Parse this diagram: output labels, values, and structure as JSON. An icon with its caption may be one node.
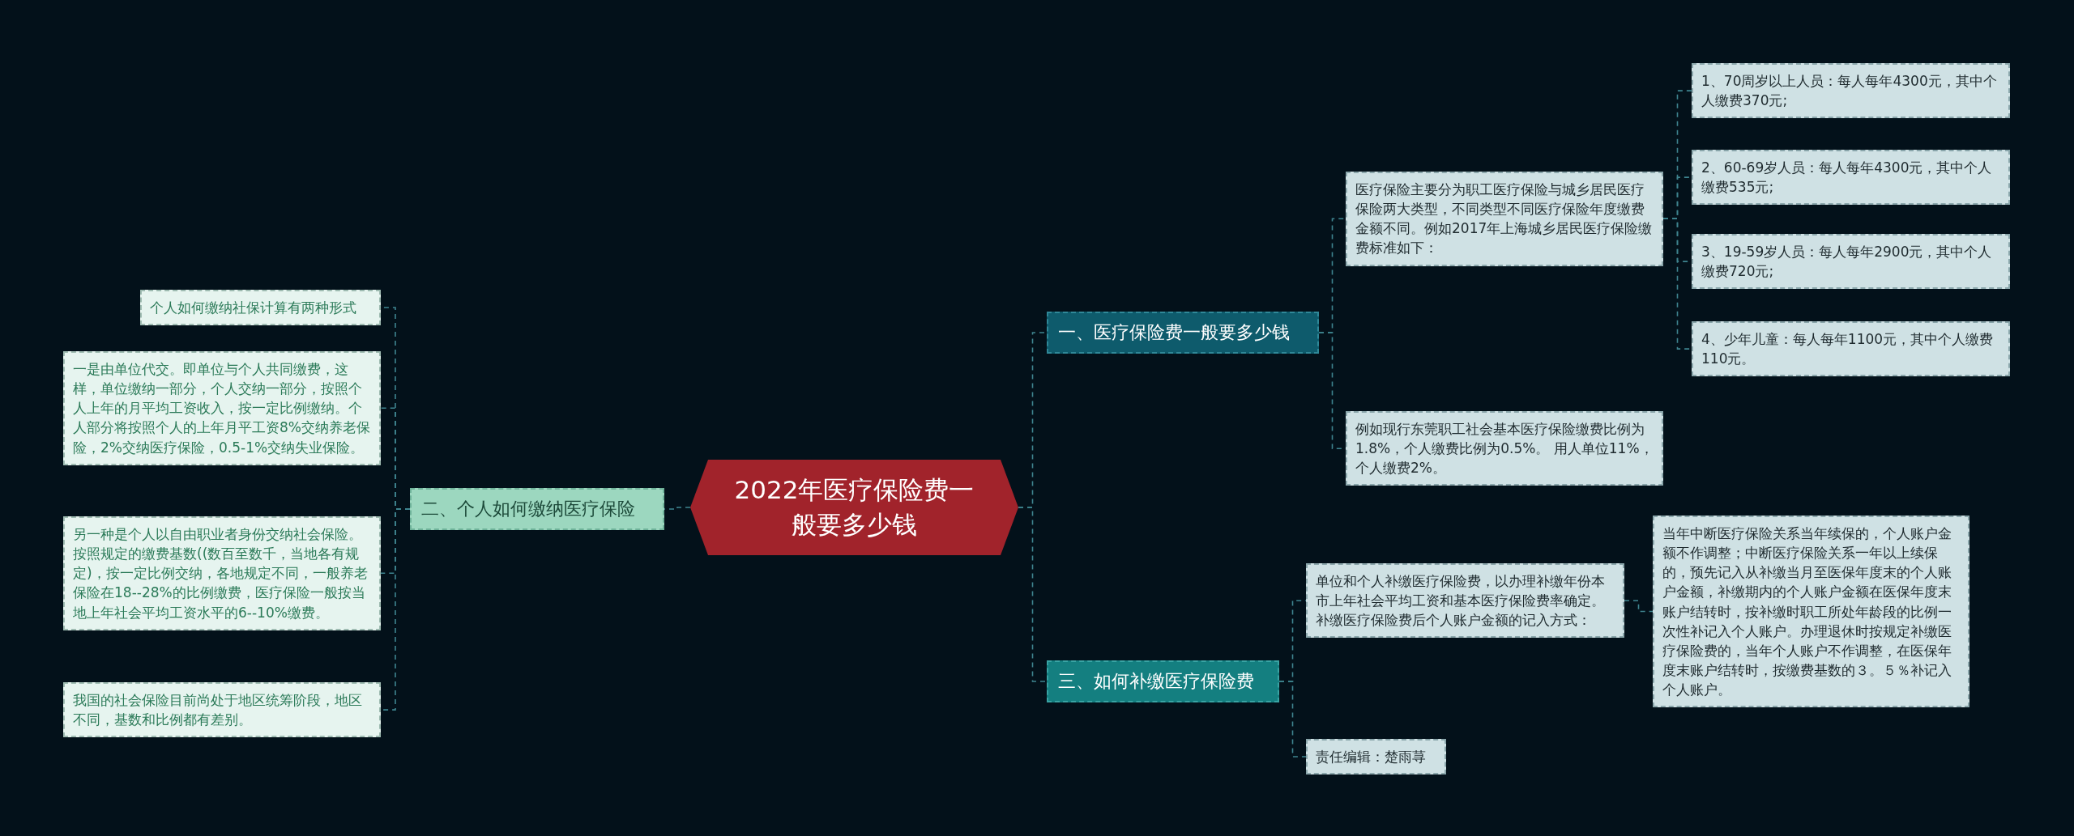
{
  "diagram": {
    "nodes": [
      {
        "text": [
          "2022年医疗保险费一般要多少钱"
        ]
      },
      {
        "text": [
          "一、医疗保险费一般要多少钱"
        ]
      },
      {
        "text": [
          "医疗保险主要分为职工医疗保险与城乡居民医疗保险两大类型，不同类型不同医疗保险年度缴费金额不同。例如2017年上海城乡居民医疗保险缴费标准如下："
        ]
      },
      {
        "text": [
          "1、70周岁以上人员：每人每年4300元，其中个人缴费370元;"
        ]
      },
      {
        "text": [
          "2、60-69岁人员：每人每年4300元，其中个人缴费535元;"
        ]
      },
      {
        "text": [
          "3、19-59岁人员：每人每年2900元，其中个人缴费720元;"
        ]
      },
      {
        "text": [
          "4、少年儿童：每人每年1100元，其中个人缴费110元。"
        ]
      },
      {
        "text": [
          "例如现行东莞职工社会基本医疗保险缴费比例为1.8%，个人缴费比例为0.5%。 用人单位11%，个人缴费2%。"
        ]
      },
      {
        "text": [
          "二、个人如何缴纳医疗保险"
        ]
      },
      {
        "text": [
          "个人如何缴纳社保计算有两种形式"
        ]
      },
      {
        "text": [
          "一是由单位代交。即单位与个人共同缴费，这样，单位缴纳一部分，个人交纳一部分，按照个人上年的月平均工资收入，按一定比例缴纳。个人部分将按照个人的上年月平工资8%交纳养老保险，2%交纳医疗保险，0.5-1%交纳失业保险。"
        ]
      },
      {
        "text": [
          "另一种是个人以自由职业者身份交纳社会保险。按照规定的缴费基数((数百至数千，当地各有规定)，按一定比例交纳，各地规定不同，一般养老保险在18--28%的比例缴费，医疗保险一般按当地上年社会平均工资水平的6--10%缴费。"
        ]
      },
      {
        "text": [
          "我国的社会保险目前尚处于地区统筹阶段，地区不同，基数和比例都有差别。"
        ]
      },
      {
        "text": [
          "三、如何补缴医疗保险费"
        ]
      },
      {
        "text": [
          "单位和个人补缴医疗保险费，以办理补缴年份本市上年社会平均工资和基本医疗保险费率确定。补缴医疗保险费后个人账户金额的记入方式："
        ]
      },
      {
        "text": [
          "当年中断医疗保险关系当年续保的，个人账户金额不作调整；中断医疗保险关系一年以上续保的，预先记入从补缴当月至医保年度末的个人账户金额，补缴期内的个人账户金额在医保年度末账户结转时，按补缴时职工所处年龄段的比例一次性补记入个人账户。办理退休时按规定补缴医疗保险费的，当年个人账户不作调整，在医保年度末账户结转时，按缴费基数的３。５％补记入个人账户。"
        ]
      },
      {
        "text": [
          "责任编辑：楚雨荨"
        ]
      }
    ],
    "edges": [
      {
        "from": 0,
        "to": 1,
        "arrow": "none"
      },
      {
        "from": 1,
        "to": 2,
        "arrow": "none"
      },
      {
        "from": 2,
        "to": 3,
        "arrow": "none"
      },
      {
        "from": 2,
        "to": 4,
        "arrow": "none"
      },
      {
        "from": 2,
        "to": 5,
        "arrow": "none"
      },
      {
        "from": 2,
        "to": 6,
        "arrow": "none"
      },
      {
        "from": 1,
        "to": 7,
        "arrow": "none"
      },
      {
        "from": 0,
        "to": 8,
        "arrow": "none"
      },
      {
        "from": 8,
        "to": 9,
        "arrow": "none"
      },
      {
        "from": 8,
        "to": 10,
        "arrow": "none"
      },
      {
        "from": 8,
        "to": 11,
        "arrow": "none"
      },
      {
        "from": 8,
        "to": 12,
        "arrow": "none"
      },
      {
        "from": 0,
        "to": 13,
        "arrow": "none"
      },
      {
        "from": 13,
        "to": 14,
        "arrow": "none"
      },
      {
        "from": 14,
        "to": 15,
        "arrow": "none"
      },
      {
        "from": 13,
        "to": 16,
        "arrow": "none"
      }
    ]
  }
}
